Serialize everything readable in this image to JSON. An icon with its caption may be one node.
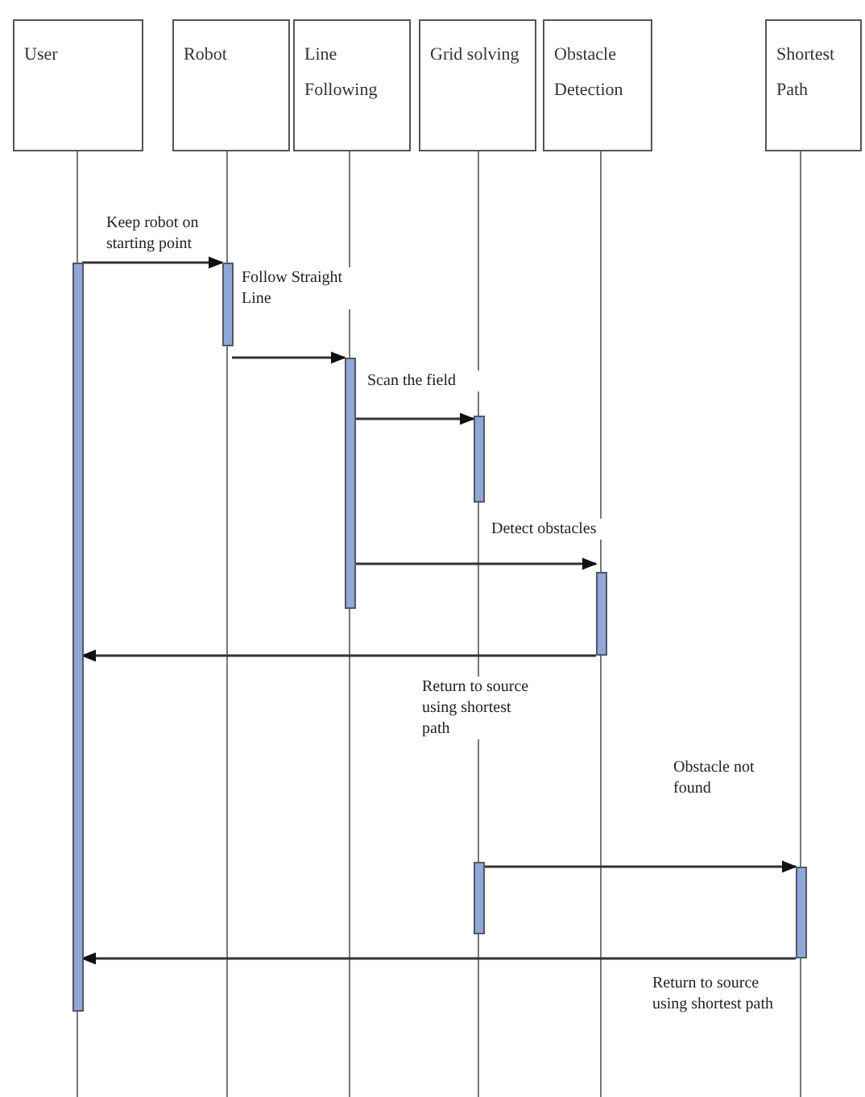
{
  "diagram": {
    "nodes": [
      {
        "text": [
          "User"
        ]
      },
      {
        "text": [
          "Robot"
        ]
      },
      {
        "text": [
          "Line Following"
        ]
      },
      {
        "text": [
          "Grid solving"
        ]
      },
      {
        "text": [
          "Obstacle Detection"
        ]
      },
      {
        "text": [
          "Shortest Path"
        ]
      },
      {
        "text": [],
        "shape": "bar"
      },
      {
        "text": [],
        "shape": "bar"
      },
      {
        "text": [],
        "shape": "bar"
      },
      {
        "text": [],
        "shape": "bar"
      },
      {
        "text": [],
        "shape": "bar"
      },
      {
        "text": [],
        "shape": "bar"
      },
      {
        "text": [],
        "shape": "bar"
      }
    ],
    "edges": [
      {
        "from": 6,
        "to": 7,
        "arrow": "to",
        "label": "Keep robot on starting point"
      },
      {
        "from": 7,
        "to": 8,
        "arrow": "to",
        "label": "Follow Straight Line"
      },
      {
        "from": 8,
        "to": 9,
        "arrow": "to",
        "label": "Scan the field"
      },
      {
        "from": 8,
        "to": 10,
        "arrow": "to",
        "label": "Detect obstacles"
      },
      {
        "from": 10,
        "to": 6,
        "arrow": "to",
        "label": "Return to source using shortest path"
      },
      {
        "from": 11,
        "to": 12,
        "arrow": "to",
        "label": "Obstacle not found"
      },
      {
        "from": 12,
        "to": 6,
        "arrow": "to",
        "label": "Return to source using shortest path"
      }
    ]
  }
}
